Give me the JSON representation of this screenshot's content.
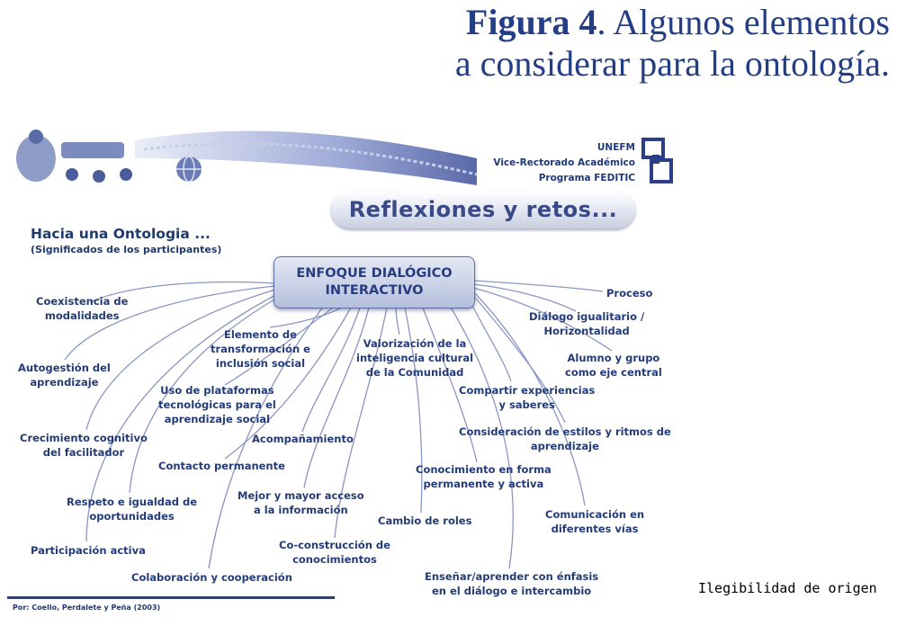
{
  "figure_title": {
    "label": "Figura 4",
    "rest": ". Algunos elementos",
    "line2": "a considerar para la ontología."
  },
  "banner": {
    "org": "UNEFM",
    "unit": "Vice-Rectorado Académico",
    "program": "Programa FEDITIC",
    "pill": "Reflexiones y retos..."
  },
  "heading": "Hacia una Ontologia ...",
  "subheading": "(Significados de los participantes)",
  "center": "ENFOQUE DIALÓGICO\nINTERACTIVO",
  "nodes": [
    "Coexistencia de\nmodalidades",
    "Autogestión del\naprendizaje",
    "Crecimiento cognitivo\ndel facilitador",
    "Respeto e igualdad de\noportunidades",
    "Participación activa",
    "Colaboración y cooperación",
    "Elemento de\ntransformación e\ninclusión social",
    "Uso de plataformas\ntecnológicas para el\naprendizaje social",
    "Acompañamiento",
    "Contacto permanente",
    "Mejor y mayor acceso\na la información",
    "Co-construcción de\nconocimientos",
    "Valorización de la\ninteligencia cultural\nde la Comunidad",
    "Cambio de roles",
    "Conocimiento en forma\npermanente y activa",
    "Enseñar/aprender con énfasis\nen el diálogo e intercambio",
    "Compartir experiencias\ny saberes",
    "Consideración de estilos y ritmos de\naprendizaje",
    "Comunicación en\ndiferentes vías",
    "Proceso",
    "Diálogo igualitario /\nHorizontalidad",
    "Alumno y grupo\ncomo eje central"
  ],
  "footer": "Por: Coello, Perdalete y Peña (2003)",
  "note": "Ilegibilidad de origen",
  "colors": {
    "title": "#243e86",
    "text": "#233c78",
    "lines": "#8a96c2"
  },
  "icons": [
    "people-graphics",
    "globe-icon",
    "unefm-logo"
  ]
}
